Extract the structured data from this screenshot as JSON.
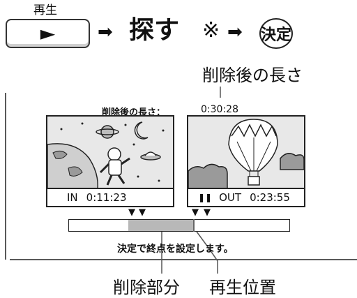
{
  "controls": {
    "play_label": "再生",
    "play_icon": "►",
    "arrow": "➡",
    "search_text": "探す",
    "note_mark": "※",
    "enter_label": "決定"
  },
  "callouts": {
    "length_after_delete": "削除後の長さ",
    "deleted_part": "削除部分",
    "playback_position": "再生位置"
  },
  "screen_info": {
    "length_label": "削除後の長さ：",
    "length_value": "0:30:28"
  },
  "in_frame": {
    "label": "IN",
    "time": "0:11:23"
  },
  "out_frame": {
    "pause_icon": "❚❚",
    "label": "OUT",
    "time": "0:23:55"
  },
  "status_message": "決定で終点を設定します。",
  "markers": {
    "glyph": "▼"
  },
  "timeline": {
    "total_fraction": 1.0,
    "deleted_start_fraction": 0.27,
    "deleted_end_fraction": 0.566,
    "playhead_fraction": 0.566
  }
}
